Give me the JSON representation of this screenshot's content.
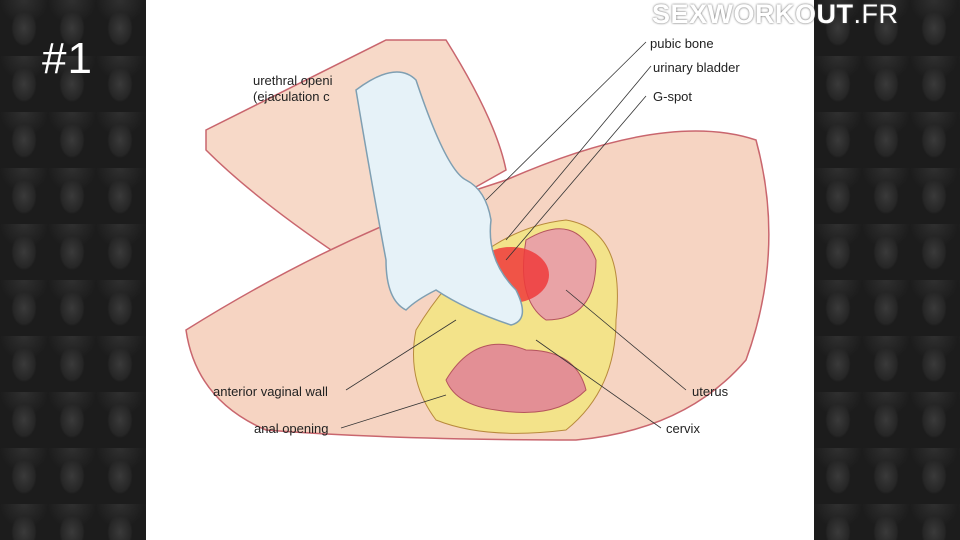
{
  "overlay": {
    "rank": "#1",
    "watermark_main": "SEXWORKOUT",
    "watermark_tld": ".FR"
  },
  "labels": {
    "pubic_bone": "pubic bone",
    "urinary_bladder": "urinary bladder",
    "g_spot": "G-spot",
    "urethral_opening_1": "urethral openi",
    "urethral_opening_2": "(ejaculation c",
    "anterior_vaginal_wall": "anterior vaginal wall",
    "anal_opening": "anal opening",
    "uterus": "uterus",
    "cervix": "cervix"
  },
  "colors": {
    "skin": "#f6d7c6",
    "tissue": "#e9a3a6",
    "fat": "#f3e38a",
    "glove": "#e6f2f8",
    "highlight": "#ee3b3b"
  }
}
